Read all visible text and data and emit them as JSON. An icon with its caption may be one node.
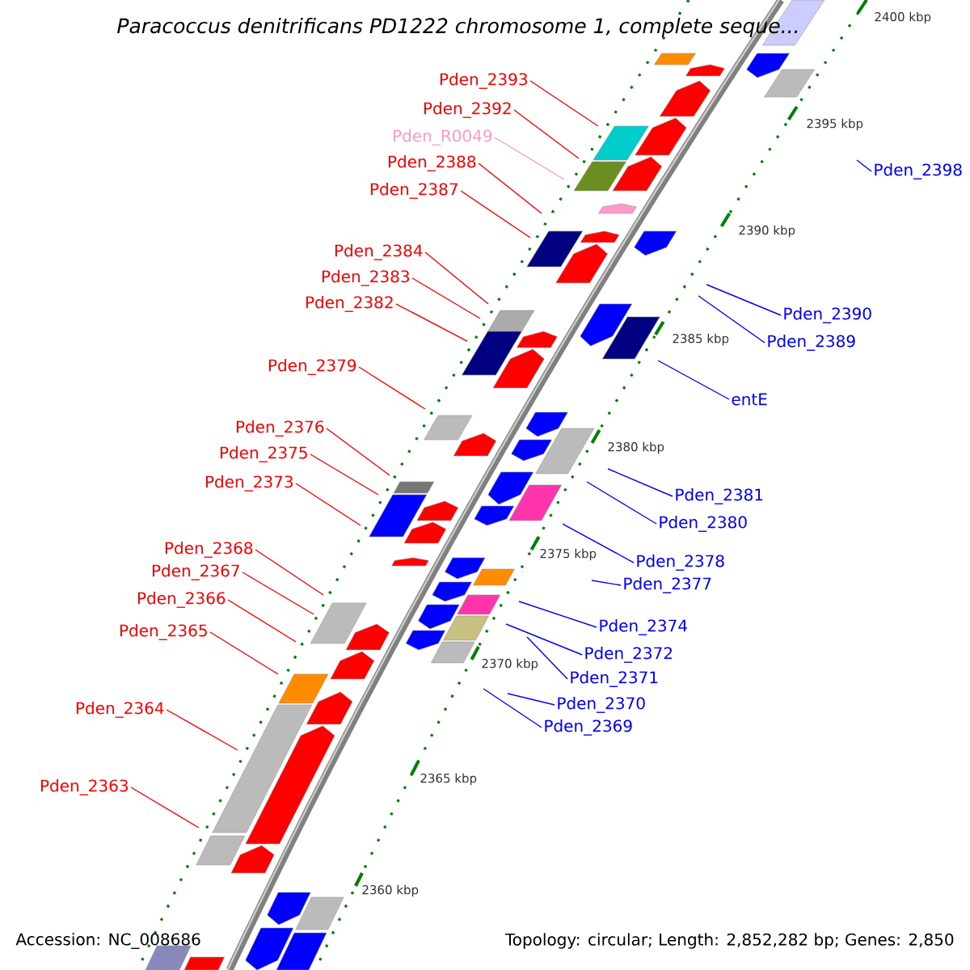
{
  "diagram": {
    "title": "Paracoccus denitrificans PD1222 chromosome 1, complete seque...",
    "nodes": [
      {
        "text": [
          "Pden_2393"
        ]
      },
      {
        "text": [
          "Pden_2392"
        ]
      },
      {
        "text": [
          "Pden_R0049"
        ]
      },
      {
        "text": [
          "Pden_2388"
        ]
      },
      {
        "text": [
          "Pden_2398"
        ]
      },
      {
        "text": [
          "Pden_2387"
        ]
      },
      {
        "text": [
          "Pden_2384"
        ]
      },
      {
        "text": [
          "Pden_2383"
        ]
      },
      {
        "text": [
          "Pden_2382"
        ]
      },
      {
        "text": [
          "Pden_2390"
        ]
      },
      {
        "text": [
          "Pden_2389"
        ]
      },
      {
        "text": [
          "Pden_2379"
        ]
      },
      {
        "text": [
          "entE"
        ]
      },
      {
        "text": [
          "Pden_2376"
        ]
      },
      {
        "text": [
          "Pden_2375"
        ]
      },
      {
        "text": [
          "Pden_2373"
        ]
      },
      {
        "text": [
          "Pden_2381"
        ]
      },
      {
        "text": [
          "Pden_2380"
        ]
      },
      {
        "text": [
          "Pden_2368"
        ]
      },
      {
        "text": [
          "Pden_2378"
        ]
      },
      {
        "text": [
          "Pden_2367"
        ]
      },
      {
        "text": [
          "Pden_2377"
        ]
      },
      {
        "text": [
          "Pden_2366"
        ]
      },
      {
        "text": [
          "Pden_2374"
        ]
      },
      {
        "text": [
          "Pden_2365"
        ]
      },
      {
        "text": [
          "Pden_2372"
        ]
      },
      {
        "text": [
          "Pden_2371"
        ]
      },
      {
        "text": [
          "Pden_2370"
        ]
      },
      {
        "text": [
          "Pden_2364"
        ]
      },
      {
        "text": [
          "Pden_2369"
        ]
      },
      {
        "text": [
          "Pden_2363"
        ]
      }
    ],
    "edges": [
      {
        "from": 0,
        "to": null,
        "arrow": "none"
      },
      {
        "from": 1,
        "to": null,
        "arrow": "none"
      },
      {
        "from": 2,
        "to": null,
        "arrow": "none",
        "color": "#ff99cc"
      },
      {
        "from": 3,
        "to": null,
        "arrow": "none"
      },
      {
        "from": 4,
        "to": null,
        "arrow": "none",
        "color": "#0000ff"
      },
      {
        "from": 5,
        "to": null,
        "arrow": "none"
      },
      {
        "from": 6,
        "to": null,
        "arrow": "none"
      },
      {
        "from": 7,
        "to": null,
        "arrow": "none"
      },
      {
        "from": 8,
        "to": null,
        "arrow": "none"
      },
      {
        "from": 9,
        "to": null,
        "arrow": "none",
        "color": "#0000ff"
      },
      {
        "from": 10,
        "to": null,
        "arrow": "none",
        "color": "#0000ff"
      },
      {
        "from": 11,
        "to": null,
        "arrow": "none"
      },
      {
        "from": 12,
        "to": null,
        "arrow": "none",
        "color": "#0000ff"
      },
      {
        "from": 13,
        "to": null,
        "arrow": "none"
      },
      {
        "from": 14,
        "to": null,
        "arrow": "none"
      },
      {
        "from": 15,
        "to": null,
        "arrow": "none"
      },
      {
        "from": 16,
        "to": null,
        "arrow": "none",
        "color": "#0000ff"
      },
      {
        "from": 17,
        "to": null,
        "arrow": "none",
        "color": "#0000ff"
      },
      {
        "from": 18,
        "to": null,
        "arrow": "none"
      },
      {
        "from": 19,
        "to": null,
        "arrow": "none",
        "color": "#0000ff"
      },
      {
        "from": 20,
        "to": null,
        "arrow": "none"
      },
      {
        "from": 21,
        "to": null,
        "arrow": "none",
        "color": "#0000ff"
      },
      {
        "from": 22,
        "to": null,
        "arrow": "none"
      },
      {
        "from": 23,
        "to": null,
        "arrow": "none",
        "color": "#0000ff"
      },
      {
        "from": 24,
        "to": null,
        "arrow": "none"
      },
      {
        "from": 25,
        "to": null,
        "arrow": "none",
        "color": "#0000ff"
      },
      {
        "from": 26,
        "to": null,
        "arrow": "none",
        "color": "#0000ff"
      },
      {
        "from": 27,
        "to": null,
        "arrow": "none",
        "color": "#0000ff"
      },
      {
        "from": 28,
        "to": null,
        "arrow": "none"
      },
      {
        "from": 29,
        "to": null,
        "arrow": "none",
        "color": "#0000ff"
      },
      {
        "from": 30,
        "to": null,
        "arrow": "none"
      }
    ],
    "labels": [
      "2400 kbp",
      "2395 kbp",
      "2390 kbp",
      "2385 kbp",
      "2380 kbp",
      "2375 kbp",
      "2370 kbp",
      "2365 kbp",
      "2360 kbp",
      "Accession: NC_008686",
      "Topology: circular; Length: 2,852,282 bp; Genes: 2,850"
    ]
  }
}
